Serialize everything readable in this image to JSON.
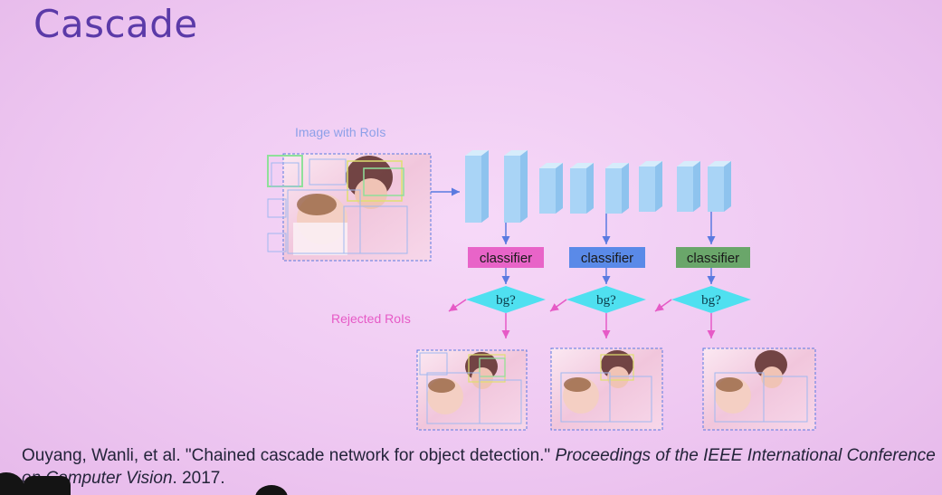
{
  "slide": {
    "title": "Cascade"
  },
  "diagram": {
    "image_label": "Image with RoIs",
    "rejected_label": "Rejected RoIs",
    "stages": [
      {
        "classifier_label": "classifier",
        "color": "#e864c8",
        "decision_label": "bg?"
      },
      {
        "classifier_label": "classifier",
        "color": "#5a8ae8",
        "decision_label": "bg?"
      },
      {
        "classifier_label": "classifier",
        "color": "#6aa66a",
        "decision_label": "bg?"
      }
    ],
    "colors": {
      "arrow": "#5a7ae0",
      "reject_arrow": "#e65ac6",
      "diamond": "#4fe0f0",
      "feature_map": "#a9d4f6"
    }
  },
  "citation": {
    "plain_before": "Ouyang, Wanli, et al. \"Chained cascade network for object detection.\" ",
    "italic": "Proceedings of the IEEE International Conference on Computer Vision",
    "plain_after": ". 2017."
  }
}
